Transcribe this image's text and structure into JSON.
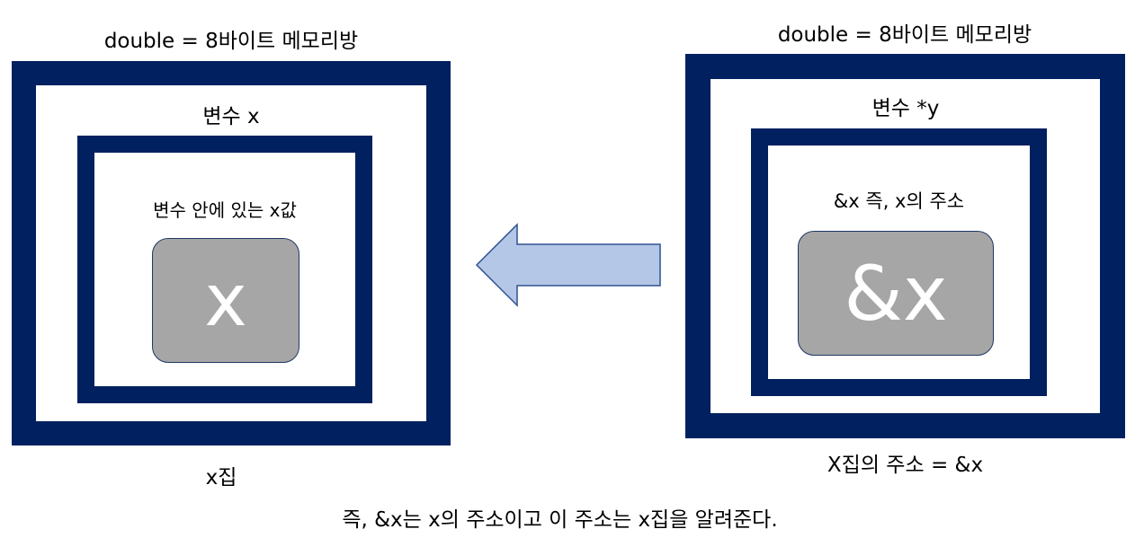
{
  "left": {
    "top_label": "double = 8바이트 메모리방",
    "variable_label": "변수 x",
    "inner_label": "변수  안에 있는 x값",
    "value": "x",
    "bottom_label": "x집"
  },
  "right": {
    "top_label": "double = 8바이트 메모리방",
    "variable_label": "변수 *y",
    "inner_label": "&x 즉, x의 주소",
    "value": "&x",
    "bottom_label": "X집의 주소 = &x"
  },
  "arrow": {
    "direction": "left",
    "fill": "#b4c7e7",
    "stroke": "#2f528f"
  },
  "caption": "즉, &x는 x의 주소이고 이 주소는 x집을 알려준다.",
  "colors": {
    "frame": "#002060",
    "value_box": "#a6a6a6"
  }
}
